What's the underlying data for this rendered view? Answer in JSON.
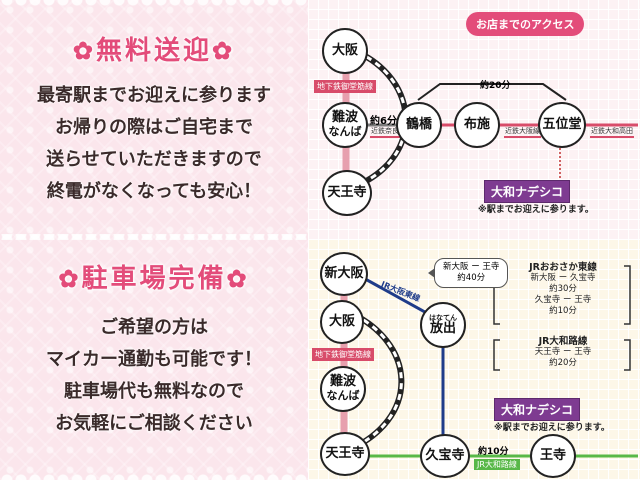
{
  "left": {
    "section1": {
      "flower": "✿",
      "title": "無料送迎",
      "lines": [
        "最寄駅までお迎えに参ります",
        "お帰りの際はご自宅まで",
        "送らせていただきますので",
        "終電がなくなっても安心！"
      ]
    },
    "section2": {
      "flower": "✿",
      "title": "駐車場完備",
      "lines": [
        "ご希望の方は",
        "マイカー通勤も可能です！",
        "駐車場代も無料なので",
        "お気軽にご相談ください"
      ]
    }
  },
  "map1": {
    "header": "お店までのアクセス",
    "stations": {
      "osaka": "大阪",
      "namba": "難波",
      "namba_sub": "なんば",
      "tennoji": "天王寺",
      "tsuruhashi": "鶴橋",
      "fuse": "布施",
      "gojodo": "五位堂"
    },
    "labels": {
      "midosuji": "地下鉄御堂筋線",
      "namba_time": "約6分",
      "kintetsu_nara": "近鉄奈良線",
      "top_time": "約20分",
      "kintetsu_osaka": "近鉄大阪線",
      "yamato": "近鉄大和高田"
    },
    "brand": "大和ナデシコ",
    "note": "※駅までお迎えに参ります。"
  },
  "map2": {
    "stations": {
      "shin_osaka": "新大阪",
      "osaka": "大阪",
      "namba": "難波",
      "namba_sub": "なんば",
      "tennoji": "天王寺",
      "hanaten_ruby": "はなてん",
      "hanaten": "放出",
      "kyuhoji": "久宝寺",
      "oji": "王寺"
    },
    "labels": {
      "jr_osaka_higashi": "JR大阪東線",
      "midosuji": "地下鉄御堂筋線",
      "bottom_time": "約10分",
      "jr_yamatoji": "JR大和路線"
    },
    "bubble": [
      "新大阪 ー 王寺",
      "約40分"
    ],
    "info1": {
      "head": "JRおおさか東線",
      "rows": [
        "新大阪 ー 久宝寺",
        "約30分",
        "久宝寺 ー 王寺",
        "約10分"
      ]
    },
    "info2": {
      "head": "JR大和路線",
      "rows": [
        "天王寺 ー 王寺",
        "約20分"
      ]
    },
    "brand": "大和ナデシコ",
    "note": "※駅までお迎えに参ります。"
  }
}
